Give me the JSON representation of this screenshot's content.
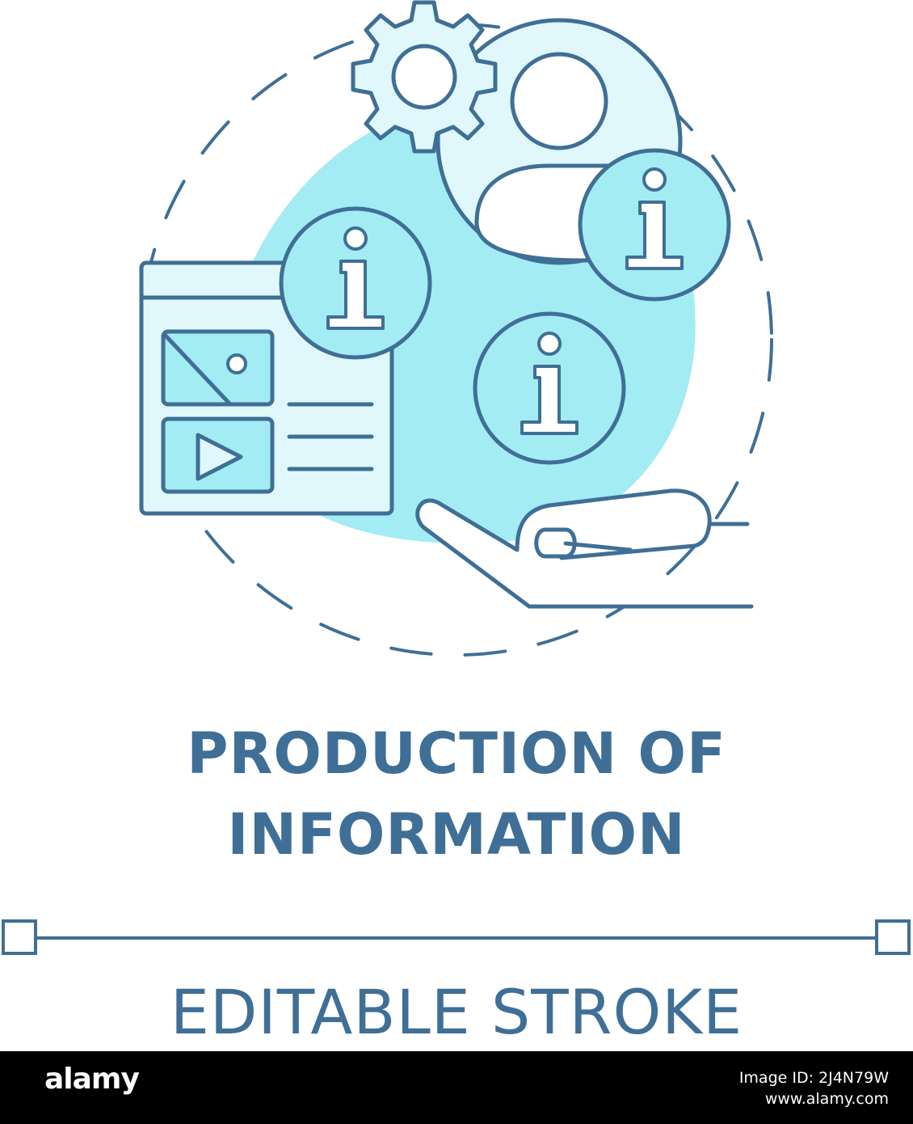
{
  "colors": {
    "stroke": "#3f6f96",
    "fill_light": "#a3ecf3",
    "fill_pale": "#e0f8fb",
    "background": "#ffffff",
    "footer_background": "#000000",
    "footer_text": "#ffffff"
  },
  "title_lines": [
    "PRODUCTION OF",
    "INFORMATION"
  ],
  "subtitle": "EDITABLE STROKE",
  "icons": [
    "gear-icon",
    "user-icon",
    "info-icon",
    "webpage-icon",
    "image-icon",
    "video-play-icon",
    "hand-icon"
  ],
  "footer": {
    "logo": "alamy",
    "image_id_line": "Image ID: 2J4N79W",
    "site": "www.alamy.com"
  }
}
